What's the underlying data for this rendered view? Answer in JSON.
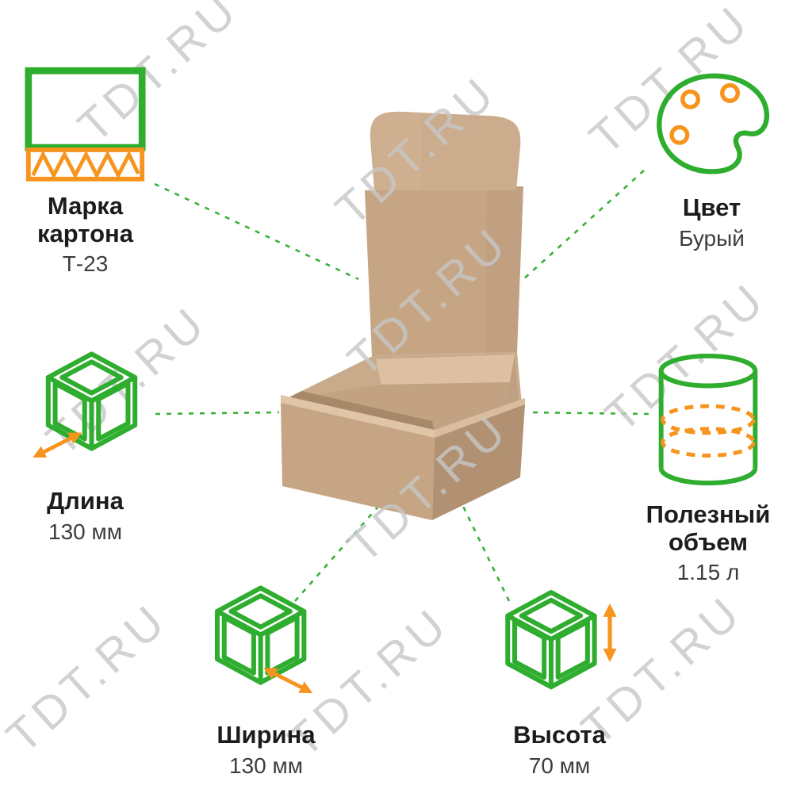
{
  "watermark": {
    "text": "TDT.RU"
  },
  "features": {
    "cardboard": {
      "title": "Марка\nкартона",
      "value": "Т-23"
    },
    "color": {
      "title": "Цвет",
      "value": "Бурый"
    },
    "length": {
      "title": "Длина",
      "value": "130 мм"
    },
    "volume": {
      "title": "Полезный\nобъем",
      "value": "1.15 л"
    },
    "width": {
      "title": "Ширина",
      "value": "130 мм"
    },
    "height": {
      "title": "Высота",
      "value": "70 мм"
    }
  },
  "colors": {
    "green": "#2EAD2E",
    "orange": "#F7941E",
    "wm": "#C7C7C7",
    "box1": "#CBAC8D",
    "box2": "#C6A585",
    "text": "#1C1C1C",
    "text_value": "#3D3D3D"
  }
}
